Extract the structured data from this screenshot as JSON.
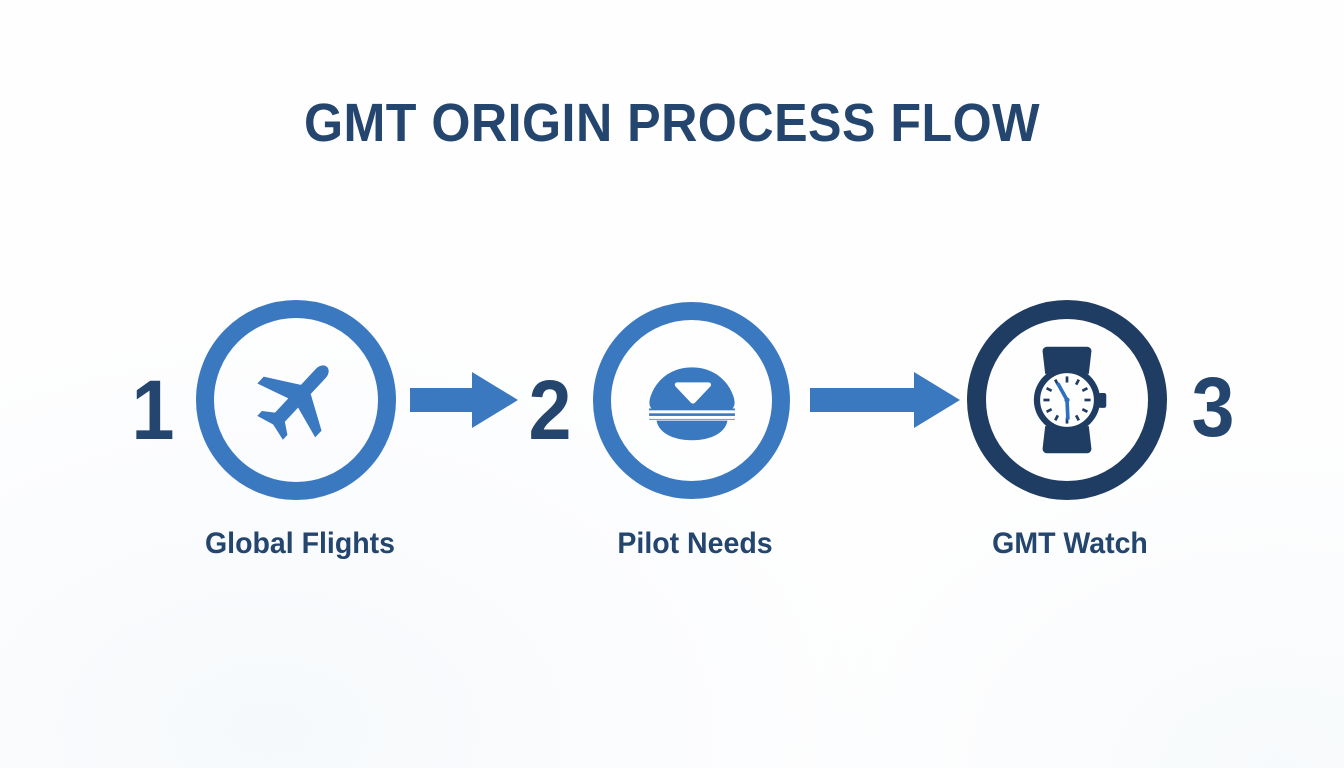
{
  "title": "GMT ORIGIN PROCESS FLOW",
  "colors": {
    "background": "#fefefe",
    "navy": "#23456e",
    "ring_navy": "#1f3c63",
    "blue": "#3a79c0",
    "arrow_blue": "#3a79c0",
    "dial_white": "#ffffff"
  },
  "steps": [
    {
      "number": "1",
      "label": "Global Flights",
      "icon": "airplane-icon",
      "ring_color": "#3a79c0",
      "number_side": "left"
    },
    {
      "number": "2",
      "label": "Pilot Needs",
      "icon": "pilot-cap-icon",
      "ring_color": "#3a79c0",
      "number_side": "left"
    },
    {
      "number": "3",
      "label": "GMT Watch",
      "icon": "wristwatch-icon",
      "ring_color": "#1f3c63",
      "number_side": "right"
    }
  ],
  "connectors": [
    {
      "name": "arrow-1-to-2",
      "icon": "right-arrow-icon",
      "color": "#3a79c0"
    },
    {
      "name": "arrow-2-to-3",
      "icon": "right-arrow-icon",
      "color": "#3a79c0"
    }
  ],
  "chart_data": {
    "type": "diagram",
    "diagram_kind": "process-flow",
    "title": "GMT ORIGIN PROCESS FLOW",
    "orientation": "horizontal",
    "node_count": 3,
    "nodes": [
      {
        "id": 1,
        "number": "1",
        "label": "Global Flights",
        "icon": "airplane"
      },
      {
        "id": 2,
        "number": "2",
        "label": "Pilot Needs",
        "icon": "pilot-cap"
      },
      {
        "id": 3,
        "number": "3",
        "label": "GMT Watch",
        "icon": "wristwatch"
      }
    ],
    "edges": [
      {
        "from": 1,
        "to": 2,
        "style": "block-arrow"
      },
      {
        "from": 2,
        "to": 3,
        "style": "block-arrow"
      }
    ]
  }
}
